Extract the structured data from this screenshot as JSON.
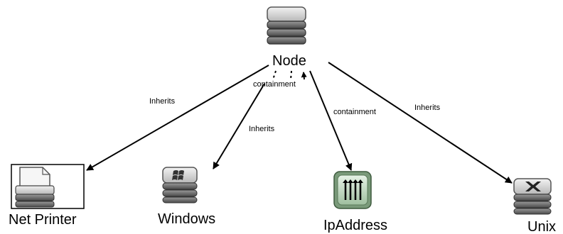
{
  "nodes": {
    "node": {
      "label": "Node",
      "icon": "server-stack-icon"
    },
    "net_printer": {
      "label": "Net Printer",
      "icon": "printer-icon"
    },
    "windows": {
      "label": "Windows",
      "icon": "windows-logo-icon"
    },
    "ipaddress": {
      "label": "IpAddress",
      "icon": "ip-address-icon"
    },
    "unix": {
      "label": "Unix",
      "icon": "unix-x-icon"
    }
  },
  "edges": {
    "node_to_net_printer": {
      "label": "Inherits"
    },
    "node_to_windows_containment": {
      "label": "containment"
    },
    "node_to_windows": {
      "label": "Inherits"
    },
    "node_to_ipaddress": {
      "label": "containment"
    },
    "node_to_unix": {
      "label": "Inherits"
    }
  },
  "colors": {
    "icon_gray_light": "#f0f0f0",
    "icon_gray_dark": "#6a6a6a",
    "ip_green": "#cfe3cf",
    "selection_border": "#000000"
  }
}
